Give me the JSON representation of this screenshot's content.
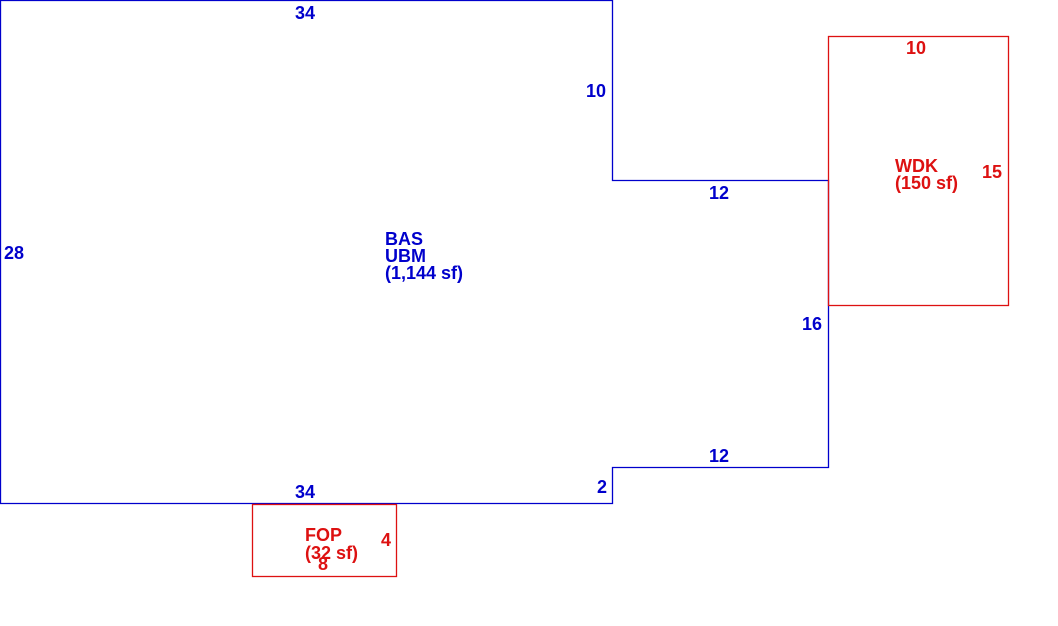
{
  "colors": {
    "main": "#0000cc",
    "addition": "#dd1111"
  },
  "main_area": {
    "codes": [
      "BAS",
      "UBM"
    ],
    "area": "(1,144 sf)",
    "dims": {
      "top": "34",
      "right_upper": "10",
      "notch_top": "12",
      "right_mid": "16",
      "notch_bottom": "12",
      "right_lower": "2",
      "bottom": "34",
      "left": "28"
    }
  },
  "wdk": {
    "code": "WDK",
    "area": "(150 sf)",
    "dims": {
      "top": "10",
      "right": "15"
    }
  },
  "fop": {
    "code": "FOP",
    "area": "(32 sf)",
    "dims": {
      "right": "4",
      "bottom": "8"
    }
  }
}
